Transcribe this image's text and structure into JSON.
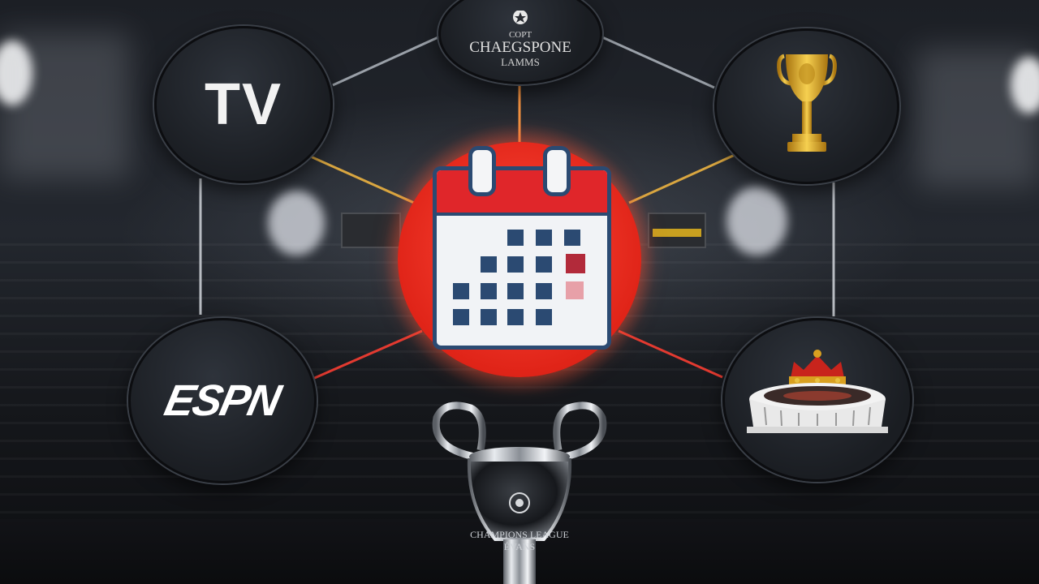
{
  "nodes": {
    "tv": {
      "label": "TV"
    },
    "ucl": {
      "top_text": "COPT",
      "title": "CHAEGSPONE",
      "subtitle": "LAMMS"
    },
    "espn": {
      "label": "ESPN"
    }
  },
  "trophy": {
    "inscription_line1": "CHAMPIONS LEAGUE",
    "inscription_line2": "ÉVANS"
  },
  "colors": {
    "calendar_red": "#e0262a",
    "calendar_navy": "#2b4a72",
    "glow_red": "#ff4a3a",
    "node_dark": "#1a1d22",
    "gold": "#d8a21c"
  }
}
